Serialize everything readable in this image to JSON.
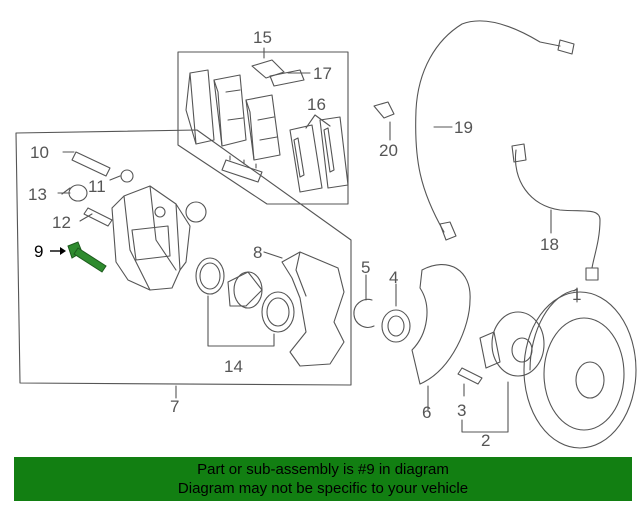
{
  "diagram": {
    "callouts": {
      "c1": "1",
      "c2": "2",
      "c3": "3",
      "c4": "4",
      "c5": "5",
      "c6": "6",
      "c7": "7",
      "c8": "8",
      "c9": "9",
      "c10": "10",
      "c11": "11",
      "c12": "12",
      "c13": "13",
      "c14": "14",
      "c15": "15",
      "c16": "16",
      "c17": "17",
      "c18": "18",
      "c19": "19",
      "c20": "20"
    },
    "highlighted_part": "9",
    "colors": {
      "highlight": "#2e8b2e",
      "line": "#555555",
      "banner": "#127f12"
    }
  },
  "banner": {
    "line1": "Part or sub-assembly is #9 in diagram",
    "line2": "Diagram may not be specific to your vehicle"
  }
}
